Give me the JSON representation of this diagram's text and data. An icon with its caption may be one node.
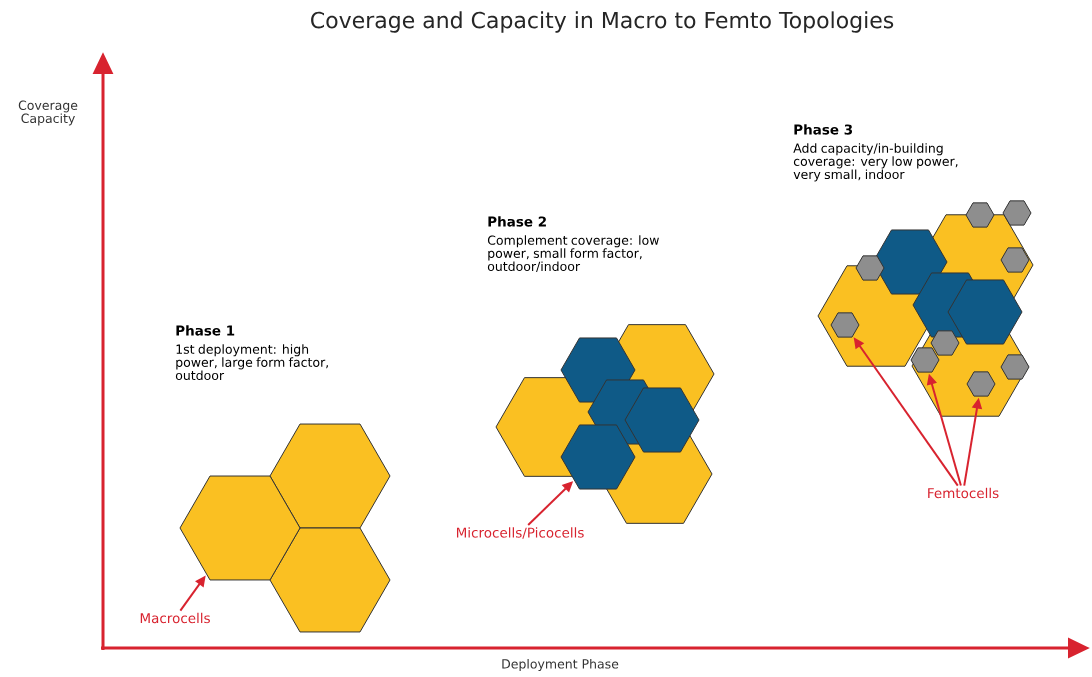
{
  "diagram": {
    "title": "Coverage and Capacity in Macro to Femto Topologies",
    "nodes": [
      {
        "text": [
          "Macrocells"
        ]
      },
      {
        "text": [],
        "shape": "hexagon"
      },
      {
        "text": [
          "Microcells/Picocells"
        ]
      },
      {
        "text": [],
        "shape": "hexagon"
      },
      {
        "text": [
          "Femtocells"
        ]
      },
      {
        "text": [],
        "shape": "hexagon"
      },
      {
        "text": [],
        "shape": "hexagon"
      },
      {
        "text": [],
        "shape": "hexagon"
      }
    ],
    "edges": [
      {
        "from": 0,
        "to": 1,
        "arrow": "to"
      },
      {
        "from": 2,
        "to": 3,
        "arrow": "to"
      },
      {
        "from": 4,
        "to": 5,
        "arrow": "to"
      },
      {
        "from": 4,
        "to": 6,
        "arrow": "to"
      },
      {
        "from": 4,
        "to": 7,
        "arrow": "to"
      }
    ],
    "labels": [
      "Coverage Capacity",
      "Deployment Phase",
      "Phase 1",
      "1st deployment: high power, large form factor, outdoor",
      "Phase 2",
      "Complement coverage: low power, small form factor, outdoor/indoor",
      "Phase 3",
      "Add capacity/in-building coverage: very low power, very small, indoor"
    ]
  }
}
